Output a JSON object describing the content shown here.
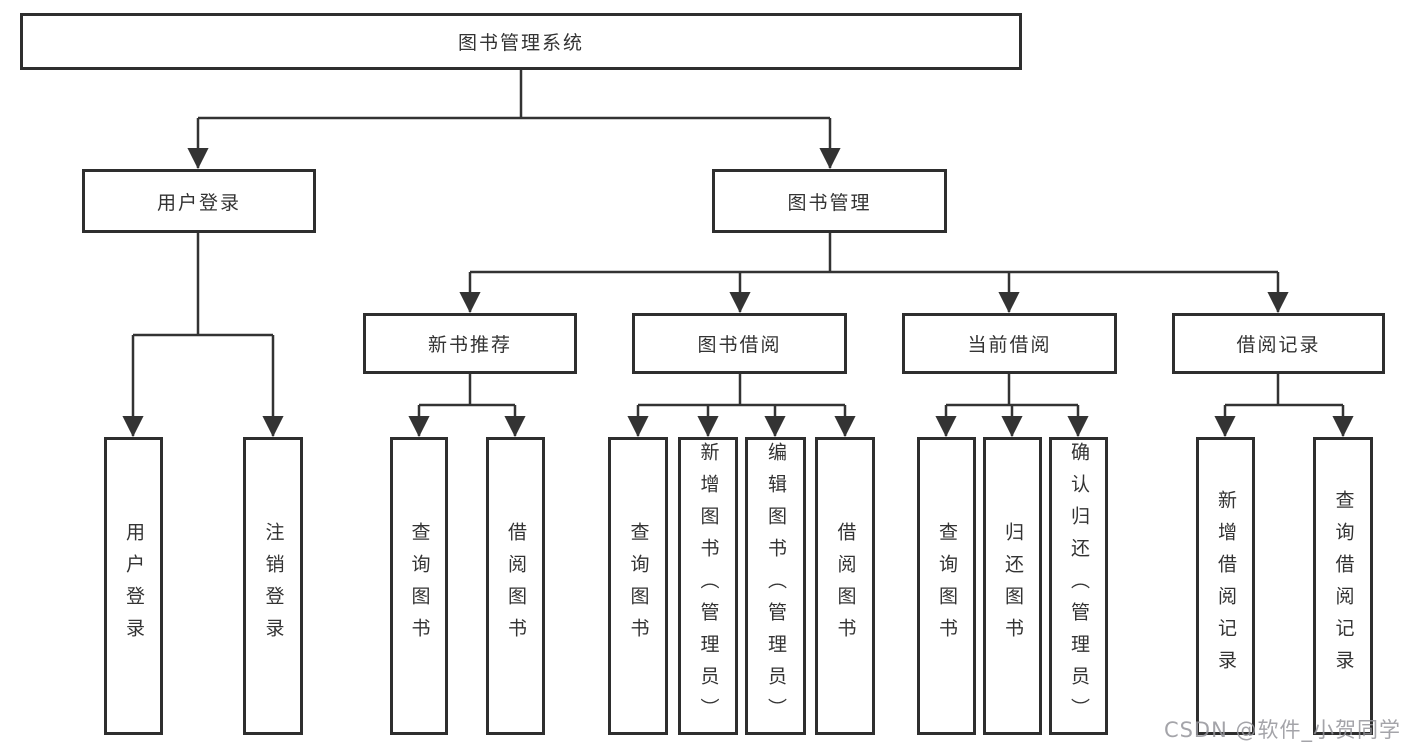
{
  "diagram": {
    "type": "hierarchy-tree",
    "nodes": {
      "root": "图书管理系统",
      "user_login": "用户登录",
      "book_mgmt": "图书管理",
      "new_book_rec": "新书推荐",
      "book_borrow": "图书借阅",
      "current_borrow": "当前借阅",
      "borrow_record": "借阅记录",
      "leaf_user_login": "用户登录",
      "leaf_logout": "注销登录",
      "leaf_query_books_rec": "查询图书",
      "leaf_borrow_books_rec": "借阅图书",
      "leaf_query_books_borrow": "查询图书",
      "leaf_add_books": "新增图书（管理员）",
      "leaf_edit_books": "编辑图书（管理员）",
      "leaf_borrow_books_borrow": "借阅图书",
      "leaf_query_books_current": "查询图书",
      "leaf_return_books": "归还图书",
      "leaf_confirm_return": "确认归还（管理员）",
      "leaf_add_record": "新增借阅记录",
      "leaf_query_record": "查询借阅记录"
    },
    "hierarchy": {
      "root": [
        "user_login",
        "book_mgmt"
      ],
      "user_login": [
        "leaf_user_login",
        "leaf_logout"
      ],
      "book_mgmt": [
        "new_book_rec",
        "book_borrow",
        "current_borrow",
        "borrow_record"
      ],
      "new_book_rec": [
        "leaf_query_books_rec",
        "leaf_borrow_books_rec"
      ],
      "book_borrow": [
        "leaf_query_books_borrow",
        "leaf_add_books",
        "leaf_edit_books",
        "leaf_borrow_books_borrow"
      ],
      "current_borrow": [
        "leaf_query_books_current",
        "leaf_return_books",
        "leaf_confirm_return"
      ],
      "borrow_record": [
        "leaf_add_record",
        "leaf_query_record"
      ]
    },
    "colors": {
      "line": "#333333",
      "box_border": "#2e2e2e",
      "box_background": "#ffffff",
      "text": "#333333",
      "watermark": "#94949a"
    }
  },
  "watermark": {
    "text": "CSDN @软件_小贺同学"
  }
}
